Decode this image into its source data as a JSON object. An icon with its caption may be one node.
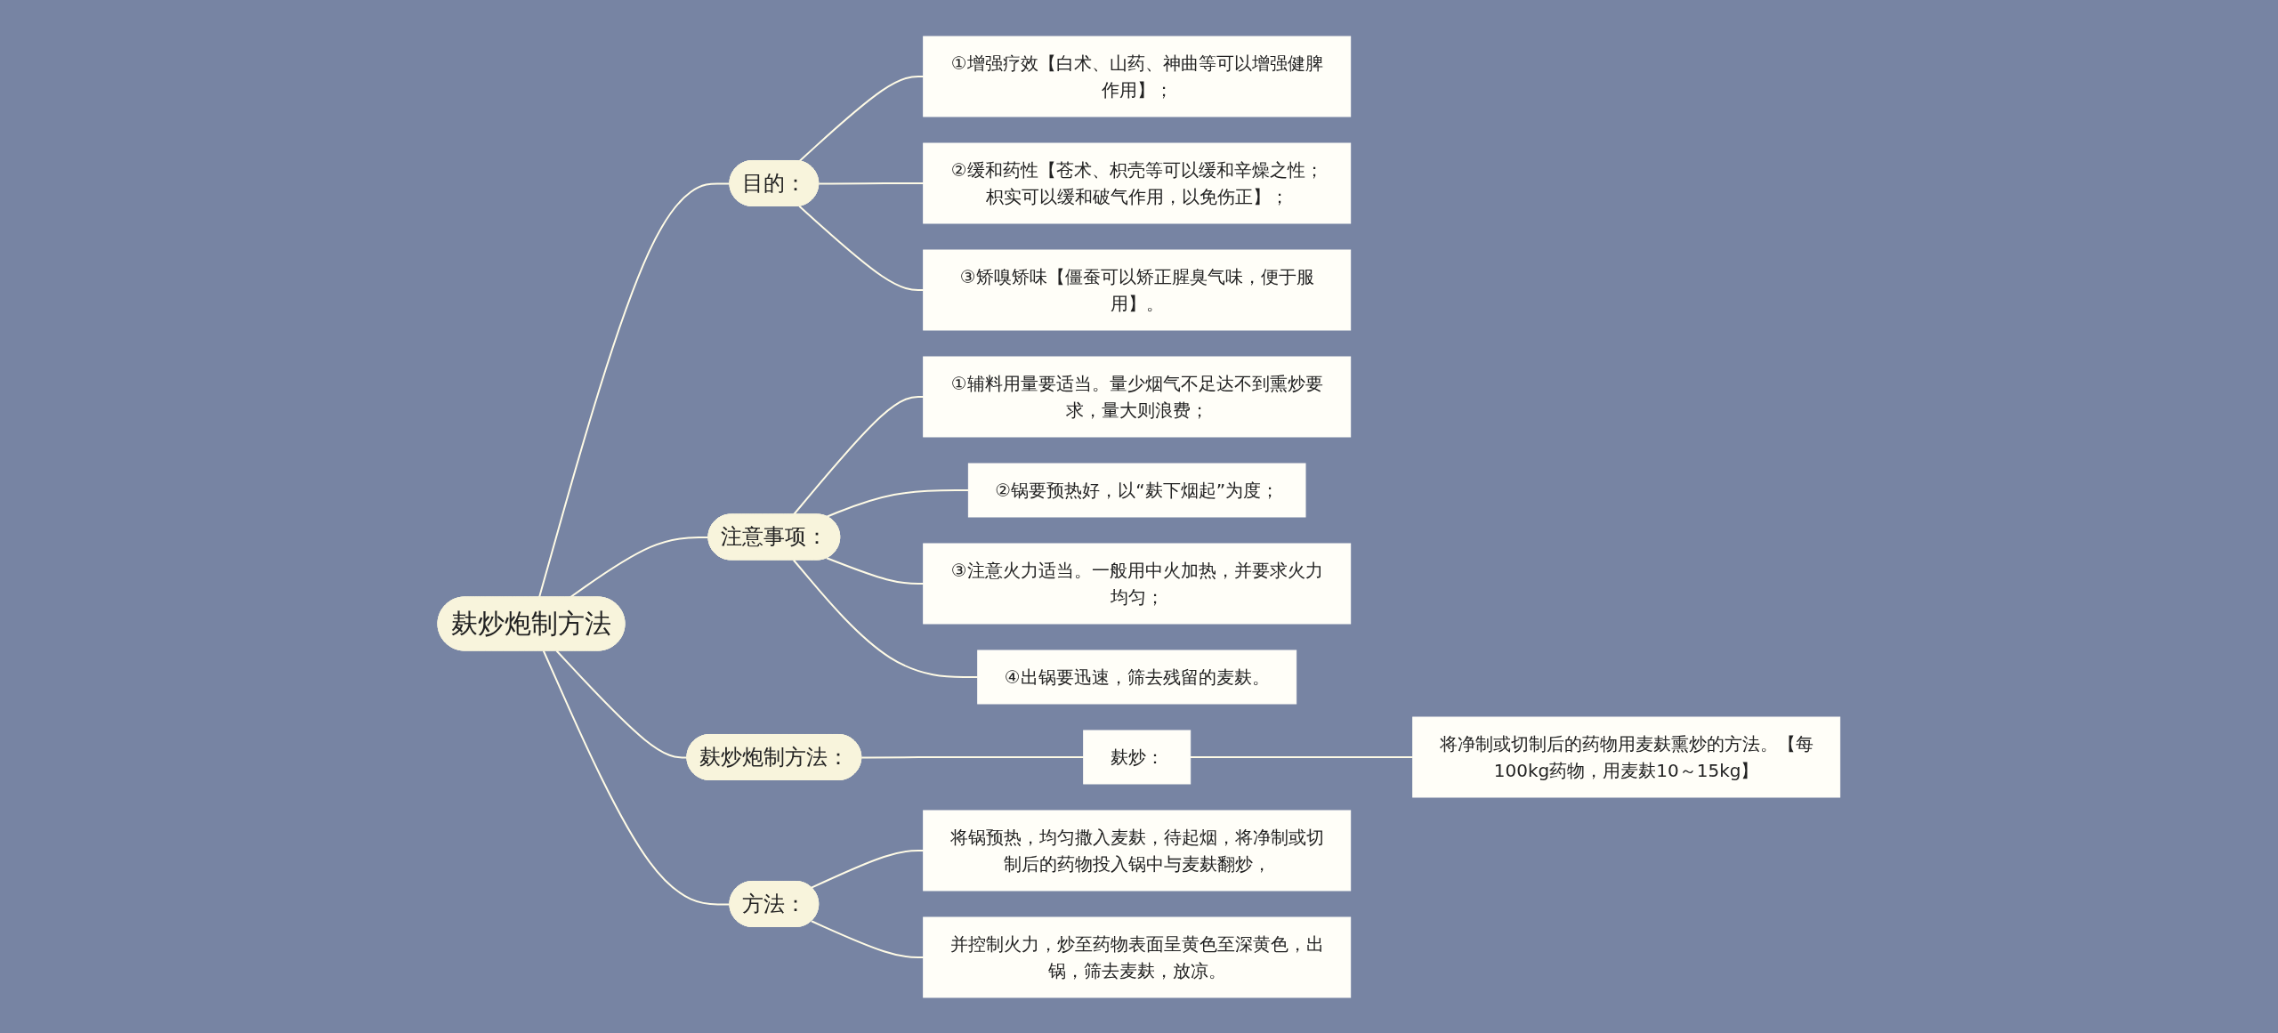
{
  "diagram": {
    "nodes": [
      {
        "text": [
          "麸炒炮制方法"
        ]
      },
      {
        "text": [
          "目的："
        ]
      },
      {
        "text": [
          "①增强疗效【白术、山药、神曲等可以增强健脾作用】；"
        ]
      },
      {
        "text": [
          "②缓和药性【苍术、枳壳等可以缓和辛燥之性；枳实可以缓和破气作用，以免伤正】；"
        ]
      },
      {
        "text": [
          "③矫嗅矫味【僵蚕可以矫正腥臭气味，便于服用】。"
        ]
      },
      {
        "text": [
          "注意事项："
        ]
      },
      {
        "text": [
          "①辅料用量要适当。量少烟气不足达不到熏炒要求，量大则浪费；"
        ]
      },
      {
        "text": [
          "②锅要预热好，以“麸下烟起”为度；"
        ]
      },
      {
        "text": [
          "③注意火力适当。一般用中火加热，并要求火力均匀；"
        ]
      },
      {
        "text": [
          "④出锅要迅速，筛去残留的麦麸。"
        ]
      },
      {
        "text": [
          "麸炒炮制方法："
        ]
      },
      {
        "text": [
          "麸炒："
        ]
      },
      {
        "text": [
          "将净制或切制后的药物用麦麸熏炒的方法。【每100kg药物，用麦麸10～15kg】"
        ]
      },
      {
        "text": [
          "方法："
        ]
      },
      {
        "text": [
          "将锅预热，均匀撒入麦麸，待起烟，将净制或切制后的药物投入锅中与麦麸翻炒，"
        ]
      },
      {
        "text": [
          "并控制火力，炒至药物表面呈黄色至深黄色，出锅，筛去麦麸，放凉。"
        ]
      }
    ],
    "edges": [
      {
        "from": 0,
        "to": 1,
        "arrow": "none"
      },
      {
        "from": 1,
        "to": 2,
        "arrow": "none"
      },
      {
        "from": 1,
        "to": 3,
        "arrow": "none"
      },
      {
        "from": 1,
        "to": 4,
        "arrow": "none"
      },
      {
        "from": 0,
        "to": 5,
        "arrow": "none"
      },
      {
        "from": 5,
        "to": 6,
        "arrow": "none"
      },
      {
        "from": 5,
        "to": 7,
        "arrow": "none"
      },
      {
        "from": 5,
        "to": 8,
        "arrow": "none"
      },
      {
        "from": 5,
        "to": 9,
        "arrow": "none"
      },
      {
        "from": 0,
        "to": 10,
        "arrow": "none"
      },
      {
        "from": 10,
        "to": 11,
        "arrow": "none"
      },
      {
        "from": 11,
        "to": 12,
        "arrow": "none"
      },
      {
        "from": 0,
        "to": 13,
        "arrow": "none"
      },
      {
        "from": 13,
        "to": 14,
        "arrow": "none"
      },
      {
        "from": 13,
        "to": 15,
        "arrow": "none"
      }
    ]
  }
}
